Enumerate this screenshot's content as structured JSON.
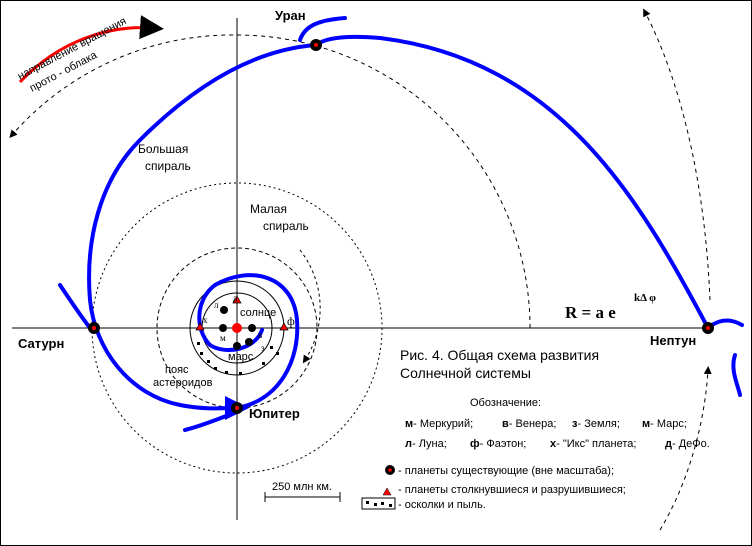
{
  "labels": {
    "rotation": "направление вращения",
    "rotation2": "прото - облака",
    "uranus": "Уран",
    "saturn": "Сатурн",
    "jupiter": "Юпитер",
    "neptune": "Нептун",
    "big_spiral_1": "Большая",
    "big_spiral_2": "спираль",
    "small_spiral_1": "Малая",
    "small_spiral_2": "спираль",
    "sun": "солнце",
    "mars_label": "марс",
    "belt_1": "пояс",
    "belt_2": "астероидов",
    "formula": "R = a e",
    "formula_exp": "kΔ φ",
    "scale": "250 млн км.",
    "p_d": "д",
    "p_l": "л",
    "p_x": "х",
    "p_m": "м",
    "p_v": "в",
    "p_z": "з",
    "p_f": "ф"
  },
  "caption": {
    "line1": "Рис. 4. Общая схема развития",
    "line2": "Солнечной системы"
  },
  "legend": {
    "title": "Обозначение:",
    "row1": [
      [
        "м",
        "- Меркурий;"
      ],
      [
        "в",
        "- Венера;"
      ],
      [
        "з",
        "- Земля;"
      ],
      [
        "м",
        "- Марс;"
      ]
    ],
    "row2": [
      [
        "л",
        "- Луна;"
      ],
      [
        "ф",
        "- Фаэтон;"
      ],
      [
        "х",
        "- \"Икс\" планета;"
      ],
      [
        "д",
        "- ДеФо."
      ]
    ],
    "existing": "- планеты существующие (вне масштаба);",
    "destroyed": "- планеты столкнувшиеся и разрушившиеся;",
    "debris": "- осколки и пыль."
  },
  "colors": {
    "spiral": "#0000ff",
    "arrow": "#ff0000",
    "sun": "#ff0000"
  }
}
